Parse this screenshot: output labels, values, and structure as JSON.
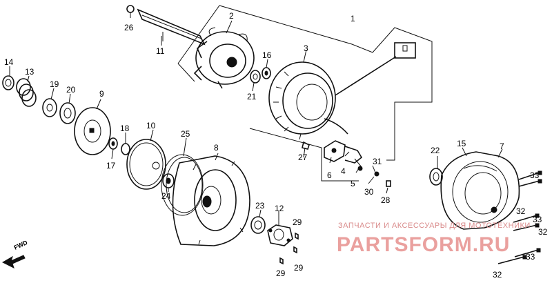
{
  "diagram": {
    "callouts": [
      {
        "id": "1",
        "label": "1"
      },
      {
        "id": "2",
        "label": "2"
      },
      {
        "id": "3",
        "label": "3"
      },
      {
        "id": "4",
        "label": "4"
      },
      {
        "id": "5",
        "label": "5"
      },
      {
        "id": "6",
        "label": "6"
      },
      {
        "id": "7",
        "label": "7"
      },
      {
        "id": "8",
        "label": "8"
      },
      {
        "id": "9",
        "label": "9"
      },
      {
        "id": "10",
        "label": "10"
      },
      {
        "id": "11",
        "label": "11"
      },
      {
        "id": "12",
        "label": "12"
      },
      {
        "id": "13",
        "label": "13"
      },
      {
        "id": "14",
        "label": "14"
      },
      {
        "id": "15",
        "label": "15"
      },
      {
        "id": "16",
        "label": "16"
      },
      {
        "id": "17",
        "label": "17"
      },
      {
        "id": "18",
        "label": "18"
      },
      {
        "id": "19",
        "label": "19"
      },
      {
        "id": "20",
        "label": "20"
      },
      {
        "id": "21",
        "label": "21"
      },
      {
        "id": "22",
        "label": "22"
      },
      {
        "id": "23",
        "label": "23"
      },
      {
        "id": "24",
        "label": "24"
      },
      {
        "id": "25",
        "label": "25"
      },
      {
        "id": "26",
        "label": "26"
      },
      {
        "id": "27",
        "label": "27"
      },
      {
        "id": "28",
        "label": "28"
      },
      {
        "id": "29a",
        "label": "29"
      },
      {
        "id": "29b",
        "label": "29"
      },
      {
        "id": "29c",
        "label": "29"
      },
      {
        "id": "30",
        "label": "30"
      },
      {
        "id": "31",
        "label": "31"
      },
      {
        "id": "32a",
        "label": "32"
      },
      {
        "id": "32b",
        "label": "32"
      },
      {
        "id": "32c",
        "label": "32"
      },
      {
        "id": "33a",
        "label": "33"
      },
      {
        "id": "33b",
        "label": "33"
      },
      {
        "id": "33c",
        "label": "33"
      }
    ],
    "fwd_label": "FWD"
  },
  "watermark": {
    "line1": "ЗАПЧАСТИ И АКСЕССУАРЫ ДЛЯ МОТОТЕХНИКИ",
    "line2": "PARTSFORM.RU",
    "color": "#d9534f"
  }
}
